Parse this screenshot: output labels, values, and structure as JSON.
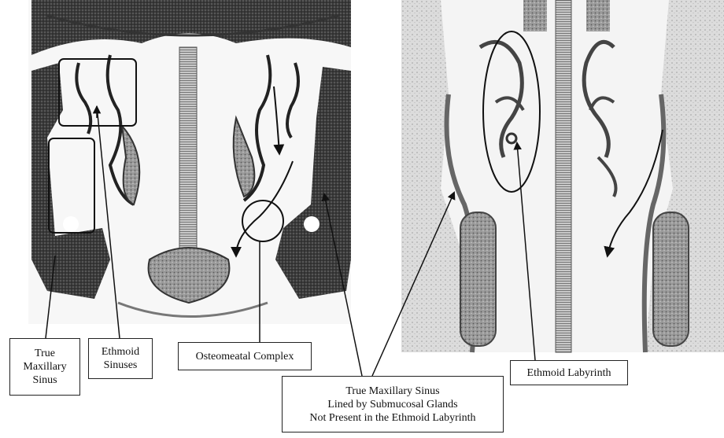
{
  "labels": {
    "true_maxillary_sinus_left": "True\nMaxillary\nSinus",
    "ethmoid_sinuses": "Ethmoid\nSinuses",
    "osteomeatal_complex": "Osteomeatal Complex",
    "true_maxillary_sinus_lined": "True Maxillary Sinus\nLined by Submucosal Glands\nNot Present in the Ethmoid Labyrinth",
    "ethmoid_labyrinth": "Ethmoid Labyrinth"
  },
  "panels": [
    {
      "name": "left-histology-panel"
    },
    {
      "name": "right-histology-panel"
    }
  ],
  "colors": {
    "tissue_dark": "#2a2a2a",
    "tissue_mid": "#6b6b6b",
    "tissue_light": "#bdbdbd",
    "background": "#ffffff",
    "line": "#111111"
  }
}
